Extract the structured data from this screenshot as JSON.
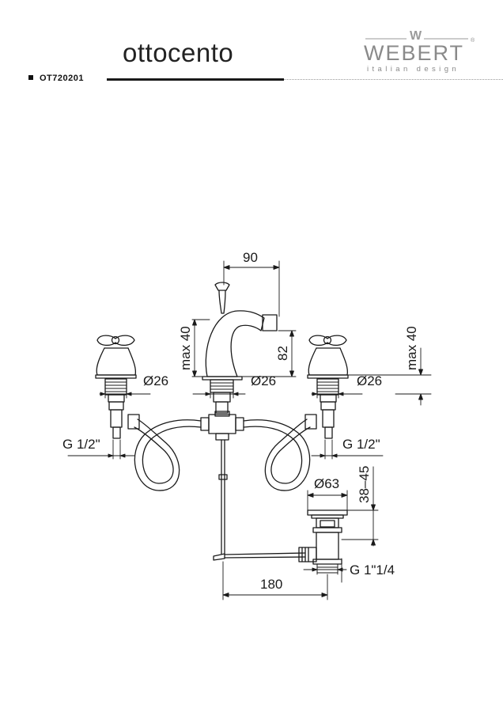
{
  "header": {
    "series_name": "ottocento",
    "product_code": "OT720201",
    "brand": {
      "name": "WEBERT",
      "tagline": "italian design",
      "registered_mark": "®",
      "emblem_letter": "W"
    }
  },
  "dimensions": {
    "spout_reach": "90",
    "handle_height_left": "max 40",
    "handle_height_right": "max 40",
    "spout_height": "82",
    "diameter_left": "Ø26",
    "diameter_center": "Ø26",
    "diameter_right": "Ø26",
    "thread_left": "G 1/2\"",
    "thread_right": "G 1/2\"",
    "waste_diameter": "Ø63",
    "waste_range": "38–45",
    "waste_thread": "G 1\"1/4",
    "centers_distance": "180"
  },
  "colors": {
    "line": "#1a1a1a",
    "accent": "#1a1a1a"
  }
}
